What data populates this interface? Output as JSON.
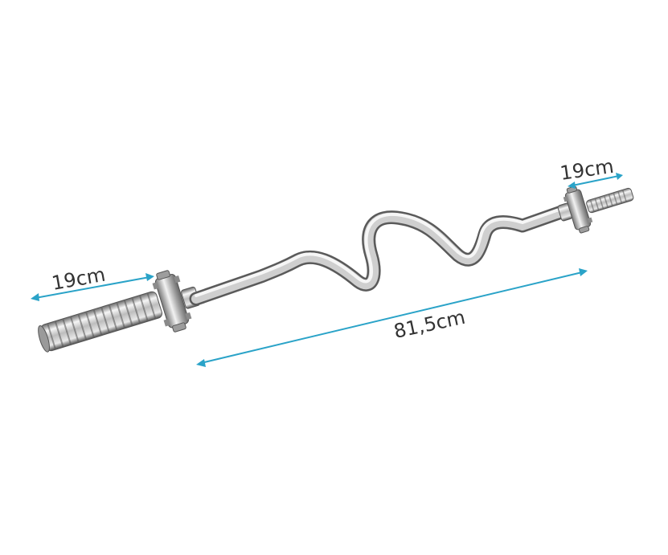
{
  "product": {
    "type": "curl-bar",
    "finish": "chrome"
  },
  "dimensions": {
    "left_sleeve": "19cm",
    "right_sleeve": "19cm",
    "center_length": "81,5cm"
  },
  "colors": {
    "arrow": "#2aa3c8",
    "label": "#333333",
    "chrome_light": "#f4f4f4",
    "chrome_mid": "#b9b9b9",
    "chrome_dark": "#5c5c5c"
  }
}
